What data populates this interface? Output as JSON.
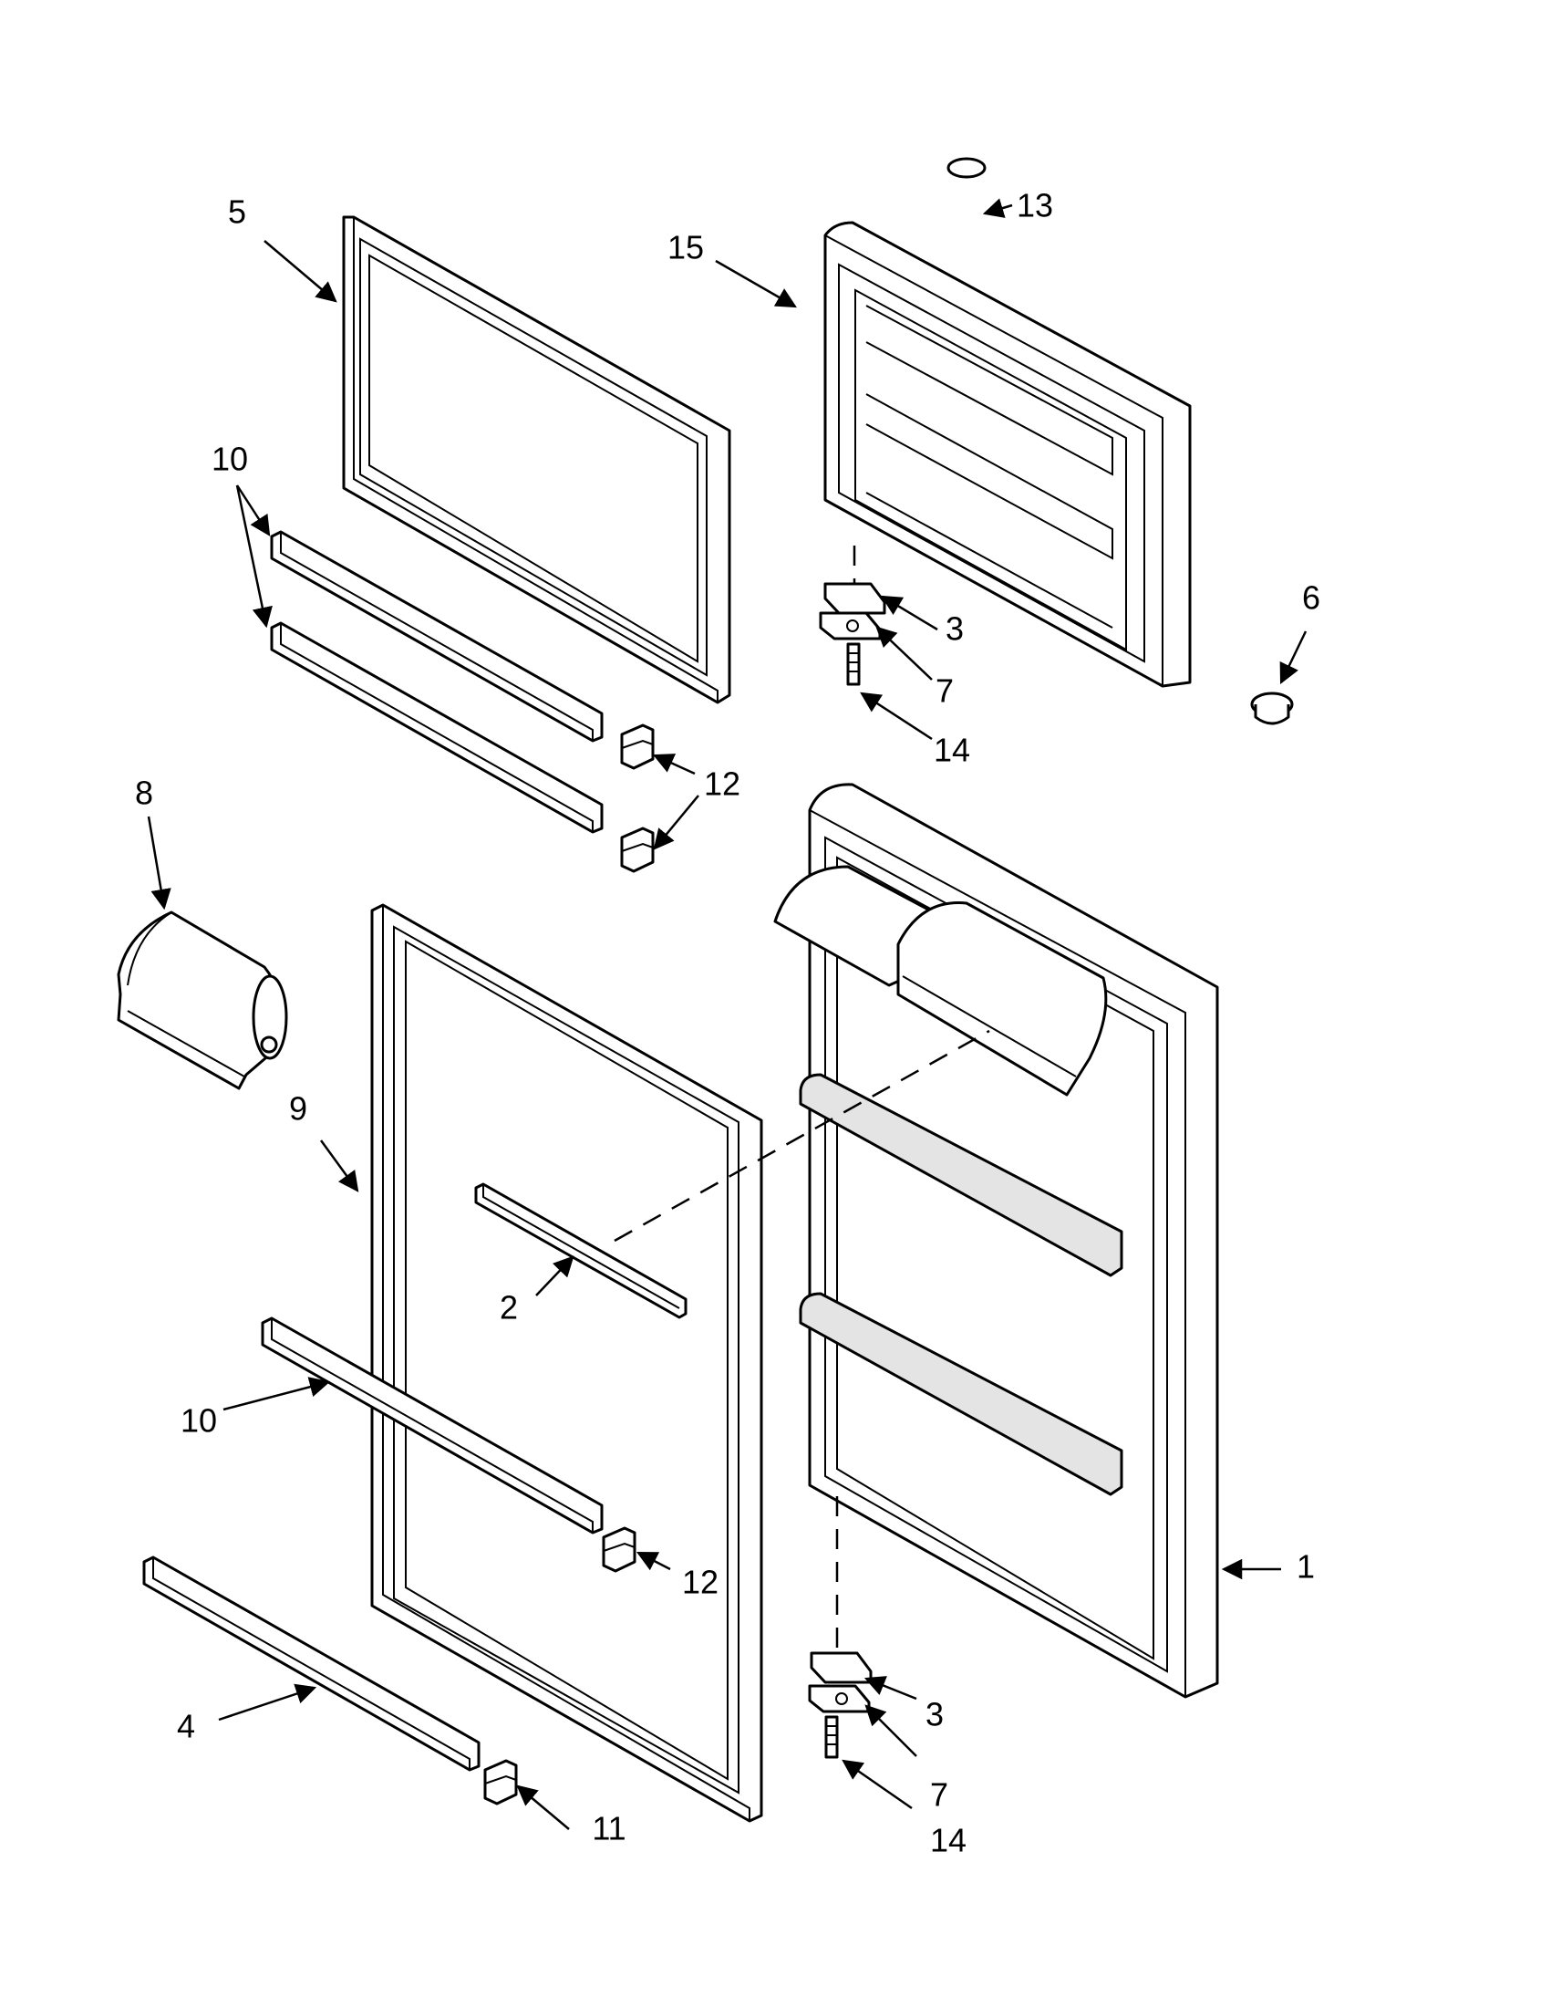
{
  "callouts": {
    "c1": "1",
    "c2": "2",
    "c3a": "3",
    "c3b": "3",
    "c4": "4",
    "c5": "5",
    "c6": "6",
    "c7a": "7",
    "c7b": "7",
    "c8": "8",
    "c9": "9",
    "c10a": "10",
    "c10b": "10",
    "c11": "11",
    "c12a": "12",
    "c12b": "12",
    "c13": "13",
    "c14a": "14",
    "c14b": "14",
    "c15": "15"
  }
}
